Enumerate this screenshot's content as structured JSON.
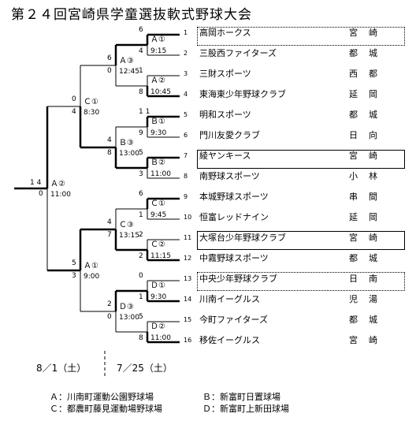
{
  "title": "第２４回宮崎県学童選抜軟式野球大会",
  "teams": [
    {
      "num": "1",
      "name": "高岡ホークス",
      "region": "宮崎"
    },
    {
      "num": "2",
      "name": "三股西ファイターズ",
      "region": "都城"
    },
    {
      "num": "3",
      "name": "三財スポーツ",
      "region": "西都"
    },
    {
      "num": "4",
      "name": "東海東少年野球クラブ",
      "region": "延岡"
    },
    {
      "num": "5",
      "name": "明和スポーツ",
      "region": "都城"
    },
    {
      "num": "6",
      "name": "門川友愛クラブ",
      "region": "日向"
    },
    {
      "num": "7",
      "name": "綾ヤンキース",
      "region": "宮崎"
    },
    {
      "num": "8",
      "name": "南野球スポーツ",
      "region": "小林"
    },
    {
      "num": "9",
      "name": "本城野球スポーツ",
      "region": "串間"
    },
    {
      "num": "10",
      "name": "恒富レッドナイン",
      "region": "延岡"
    },
    {
      "num": "11",
      "name": "大塚台少年野球クラブ",
      "region": "宮崎"
    },
    {
      "num": "12",
      "name": "中霧野球スポーツ",
      "region": "都城"
    },
    {
      "num": "13",
      "name": "中央少年野球クラブ",
      "region": "日南"
    },
    {
      "num": "14",
      "name": "川南イーグルス",
      "region": "児湯"
    },
    {
      "num": "15",
      "name": "今町ファイターズ",
      "region": "都城"
    },
    {
      "num": "16",
      "name": "移佐イーグルス",
      "region": "宮崎"
    }
  ],
  "r1": [
    {
      "label": "Ａ①",
      "time": "9:15",
      "top": "6",
      "bot": "4"
    },
    {
      "label": "Ａ②",
      "time": "10:45",
      "top": "1",
      "bot": "8"
    },
    {
      "label": "Ｂ①",
      "time": "9:30",
      "top": "1 1",
      "bot": "9"
    },
    {
      "label": "Ｂ②",
      "time": "11:00",
      "top": "5",
      "bot": "3"
    },
    {
      "label": "Ｃ①",
      "time": "9:45",
      "top": "6",
      "bot": "1"
    },
    {
      "label": "Ｃ②",
      "time": "11:15",
      "top": "2",
      "bot": "2"
    },
    {
      "label": "Ｄ①",
      "time": "9:30",
      "top": "0",
      "bot": "1"
    },
    {
      "label": "Ｄ②",
      "time": "11:00",
      "top": "5",
      "bot": "8"
    }
  ],
  "r2": [
    {
      "label": "Ａ③",
      "time": "12:45",
      "top": "6",
      "bot": "0"
    },
    {
      "label": "Ｂ③",
      "time": "13:00",
      "top": "4",
      "bot": "8"
    },
    {
      "label": "Ｃ③",
      "time": "13:15",
      "top": "4",
      "bot": "7"
    },
    {
      "label": "Ｄ③",
      "time": "13:00",
      "top": "2",
      "bot": "0"
    }
  ],
  "r3": [
    {
      "label": "Ｃ①",
      "time": "8:30",
      "top": "0",
      "bot": "4"
    },
    {
      "label": "Ａ①",
      "time": "9:00",
      "top": "5",
      "bot": "3"
    }
  ],
  "final": {
    "label": "Ａ②",
    "time": "11:00",
    "top": "1 4",
    "bot": "0"
  },
  "dates": {
    "day2": "8／1（土）",
    "day1": "7／25（土）"
  },
  "venues": {
    "a": "Ａ：川南町運動公園野球場",
    "b": "Ｂ：新富町日置球場",
    "c": "Ｃ：都農町藤見運動場野球場",
    "d": "Ｄ：新富町上新田球場"
  }
}
